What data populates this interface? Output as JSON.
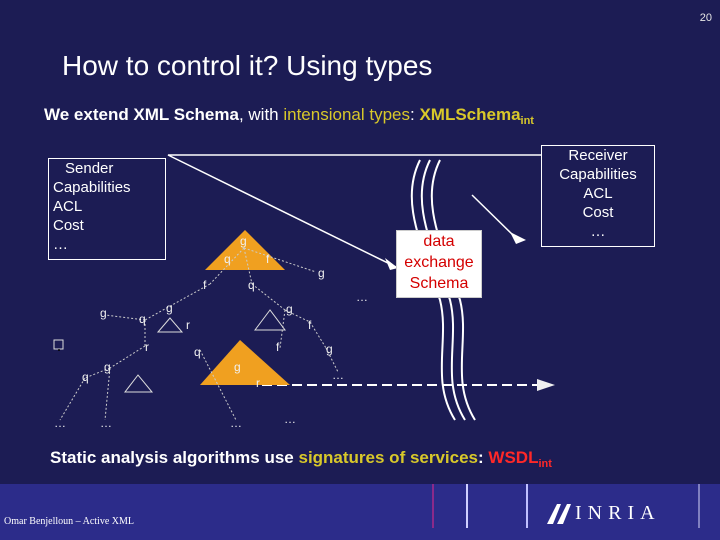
{
  "slide": {
    "number": "20",
    "title": "How to control it? Using types",
    "subtitle": {
      "prefix": "We extend XML Schema",
      "middle": ", with ",
      "accent": "intensional types",
      "colon": ":  ",
      "schema": "XMLSchema",
      "sub": "int"
    },
    "sender": {
      "lines": [
        "Sender",
        "Capabilities",
        "ACL",
        "Cost",
        "…"
      ]
    },
    "receiver": {
      "lines": [
        "Receiver",
        "Capabilities",
        "ACL",
        "Cost",
        "…"
      ]
    },
    "schema_box": {
      "lines": [
        "data",
        "exchange",
        "Schema"
      ]
    },
    "tree_labels": {
      "g1": "g",
      "q1": "q",
      "f1": "f",
      "f2": "f",
      "q2": "q",
      "g2": "g",
      "g3": "g",
      "q3": "q",
      "g4": "g",
      "r1": "r",
      "g5": "g",
      "f3": "f",
      "r2": "r",
      "q4": "q",
      "f4": "f",
      "g6": "g",
      "q5": "q",
      "g7": "g",
      "g8": "g",
      "r3": "r",
      "dots": "…"
    },
    "bottom": {
      "prefix": "Static analysis algorithms use ",
      "accent": "signatures of services",
      "colon": ": ",
      "wsdl": "WSDL",
      "sub": "int"
    },
    "footer": {
      "author": "Omar Benjelloun – Active XML",
      "logo_text": "INRIA"
    },
    "colors": {
      "background": "#1c1c54",
      "accent": "#d8c82a",
      "highlight": "#ff2828",
      "orange": "#f0a020"
    }
  }
}
